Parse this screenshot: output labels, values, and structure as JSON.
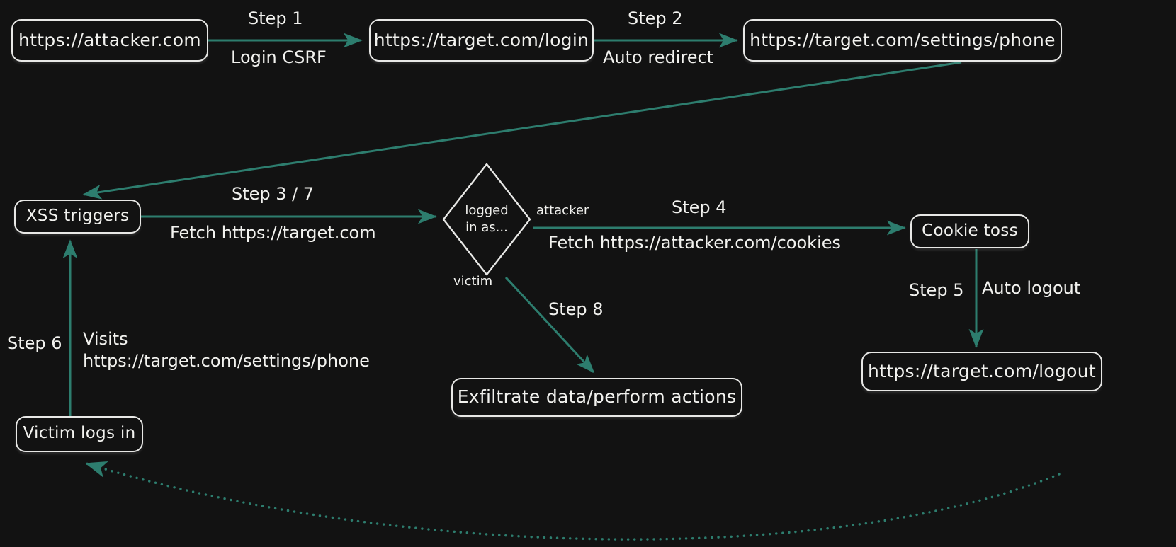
{
  "diagram": {
    "title": "XSS login-CSRF / cookie-toss attack chain",
    "background_color": "#121212",
    "node_border_color": "#e8e8e6",
    "node_text_color": "#f2f2ef",
    "edge_color": "#2d7d6e",
    "nodes": [
      {
        "id": "attacker",
        "label": "https://attacker.com",
        "shape": "rounded-rect"
      },
      {
        "id": "target_login",
        "label": "https://target.com/login",
        "shape": "rounded-rect"
      },
      {
        "id": "settings_phone",
        "label": "https://target.com/settings/phone",
        "shape": "rounded-rect"
      },
      {
        "id": "xss",
        "label": "XSS triggers",
        "shape": "rounded-rect"
      },
      {
        "id": "decision",
        "label": "logged\nin as...",
        "shape": "diamond"
      },
      {
        "id": "cookie_toss",
        "label": "Cookie toss",
        "shape": "rounded-rect"
      },
      {
        "id": "target_logout",
        "label": "https://target.com/logout",
        "shape": "rounded-rect"
      },
      {
        "id": "exfiltrate",
        "label": "Exfiltrate data/perform actions",
        "shape": "rounded-rect"
      },
      {
        "id": "victim_login",
        "label": "Victim logs in",
        "shape": "rounded-rect"
      }
    ],
    "edges": [
      {
        "id": "e1",
        "from": "attacker",
        "to": "target_login",
        "step": "Step 1",
        "detail": "Login CSRF"
      },
      {
        "id": "e2",
        "from": "target_login",
        "to": "settings_phone",
        "step": "Step 2",
        "detail": "Auto redirect"
      },
      {
        "id": "e3",
        "from": "settings_phone",
        "to": "xss",
        "step": "",
        "detail": ""
      },
      {
        "id": "e4",
        "from": "xss",
        "to": "decision",
        "step": "Step 3 / 7",
        "detail": "Fetch https://target.com"
      },
      {
        "id": "e5",
        "from": "decision",
        "to": "cookie_toss",
        "step": "Step 4",
        "detail": "Fetch https://attacker.com/cookies",
        "branch": "attacker"
      },
      {
        "id": "e6",
        "from": "cookie_toss",
        "to": "target_logout",
        "step": "Step 5",
        "detail": "Auto logout"
      },
      {
        "id": "e7",
        "from": "target_logout",
        "to": "victim_login",
        "step": "",
        "detail": "",
        "style": "dotted"
      },
      {
        "id": "e8",
        "from": "victim_login",
        "to": "xss",
        "step": "Step 6",
        "detail": "Visits\nhttps://target.com/settings/phone"
      },
      {
        "id": "e9",
        "from": "decision",
        "to": "exfiltrate",
        "step": "Step 8",
        "detail": "",
        "branch": "victim"
      }
    ],
    "labels": {
      "step1": "Step 1",
      "login_csrf": "Login CSRF",
      "step2": "Step 2",
      "auto_redirect": "Auto redirect",
      "step3_7": "Step 3 / 7",
      "fetch_target": "Fetch https://target.com",
      "branch_attacker": "attacker",
      "branch_victim": "victim",
      "step4": "Step 4",
      "fetch_attacker_cookies": "Fetch https://attacker.com/cookies",
      "step5": "Step 5",
      "auto_logout": "Auto logout",
      "step6": "Step 6",
      "visits_settings_phone": "Visits\nhttps://target.com/settings/phone",
      "step8": "Step 8"
    }
  }
}
